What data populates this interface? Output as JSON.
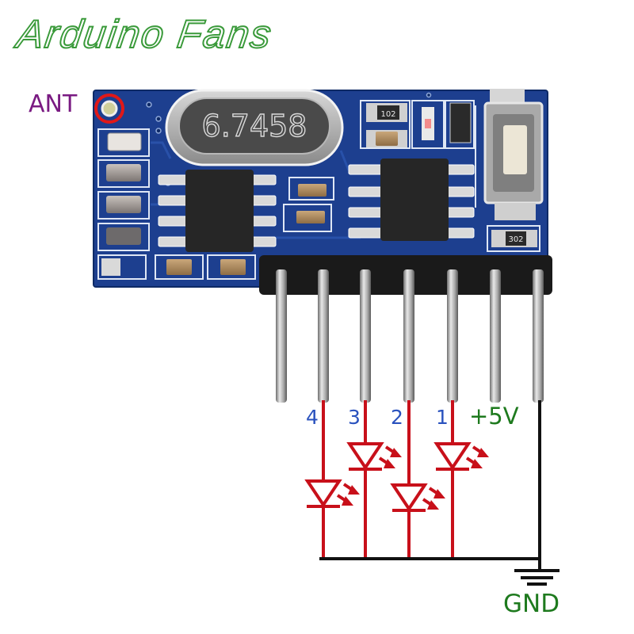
{
  "title": "Arduino Fans",
  "antenna": {
    "label": "ANT",
    "marker_color": "#e01818"
  },
  "board": {
    "color": "#1d3f8f",
    "crystal_marking": "6.7458",
    "resistor_codes": [
      "102",
      "302"
    ]
  },
  "pins": [
    {
      "label": "4",
      "wire_color": "#c8101a",
      "led": true
    },
    {
      "label": "3",
      "wire_color": "#c8101a",
      "led": true
    },
    {
      "label": "2",
      "wire_color": "#c8101a",
      "led": true
    },
    {
      "label": "1",
      "wire_color": "#c8101a",
      "led": true
    },
    {
      "label": "+5V",
      "wire_color": "none",
      "led": false
    },
    {
      "label": "GND",
      "wire_color": "#111111",
      "led": false
    }
  ],
  "ground": {
    "label": "GND"
  },
  "colors": {
    "title_outline": "#3a9a3a",
    "ant_text": "#7a1b82",
    "data_pin_text": "#2a52be",
    "power_text": "#1e7a1e",
    "led_red": "#c8101a",
    "ground_wire": "#111111"
  }
}
